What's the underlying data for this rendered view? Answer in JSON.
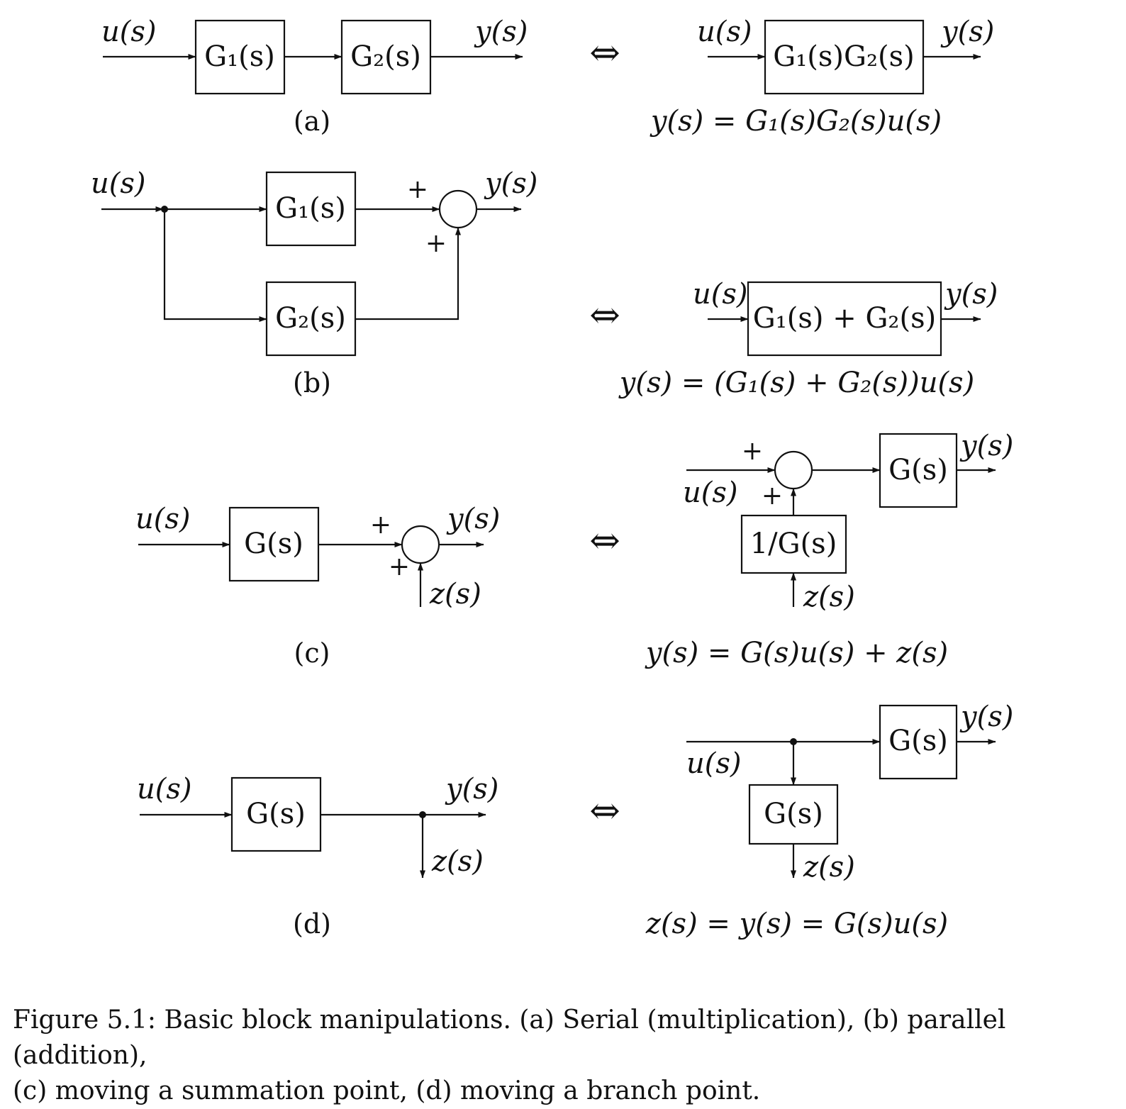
{
  "signals": {
    "u": "u(s)",
    "y": "y(s)",
    "z": "z(s)"
  },
  "blocks": {
    "g1": "G₁(s)",
    "g2": "G₂(s)",
    "g": "G(s)",
    "g1g2": "G₁(s)G₂(s)",
    "g1plusg2": "G₁(s) + G₂(s)",
    "inv_g": "1/G(s)"
  },
  "symbols": {
    "plus": "+",
    "equivalence": "⇔"
  },
  "panels": {
    "a": {
      "label": "(a)",
      "equation": "y(s) = G₁(s)G₂(s)u(s)"
    },
    "b": {
      "label": "(b)",
      "equation": "y(s) = (G₁(s) + G₂(s))u(s)"
    },
    "c": {
      "label": "(c)",
      "equation": "y(s) = G(s)u(s) + z(s)"
    },
    "d": {
      "label": "(d)",
      "equation": "z(s) = y(s) = G(s)u(s)"
    }
  },
  "caption": "Figure 5.1: Basic block manipulations. (a) Serial (multiplication), (b) parallel (addition),\n(c) moving a summation point, (d) moving a branch point."
}
